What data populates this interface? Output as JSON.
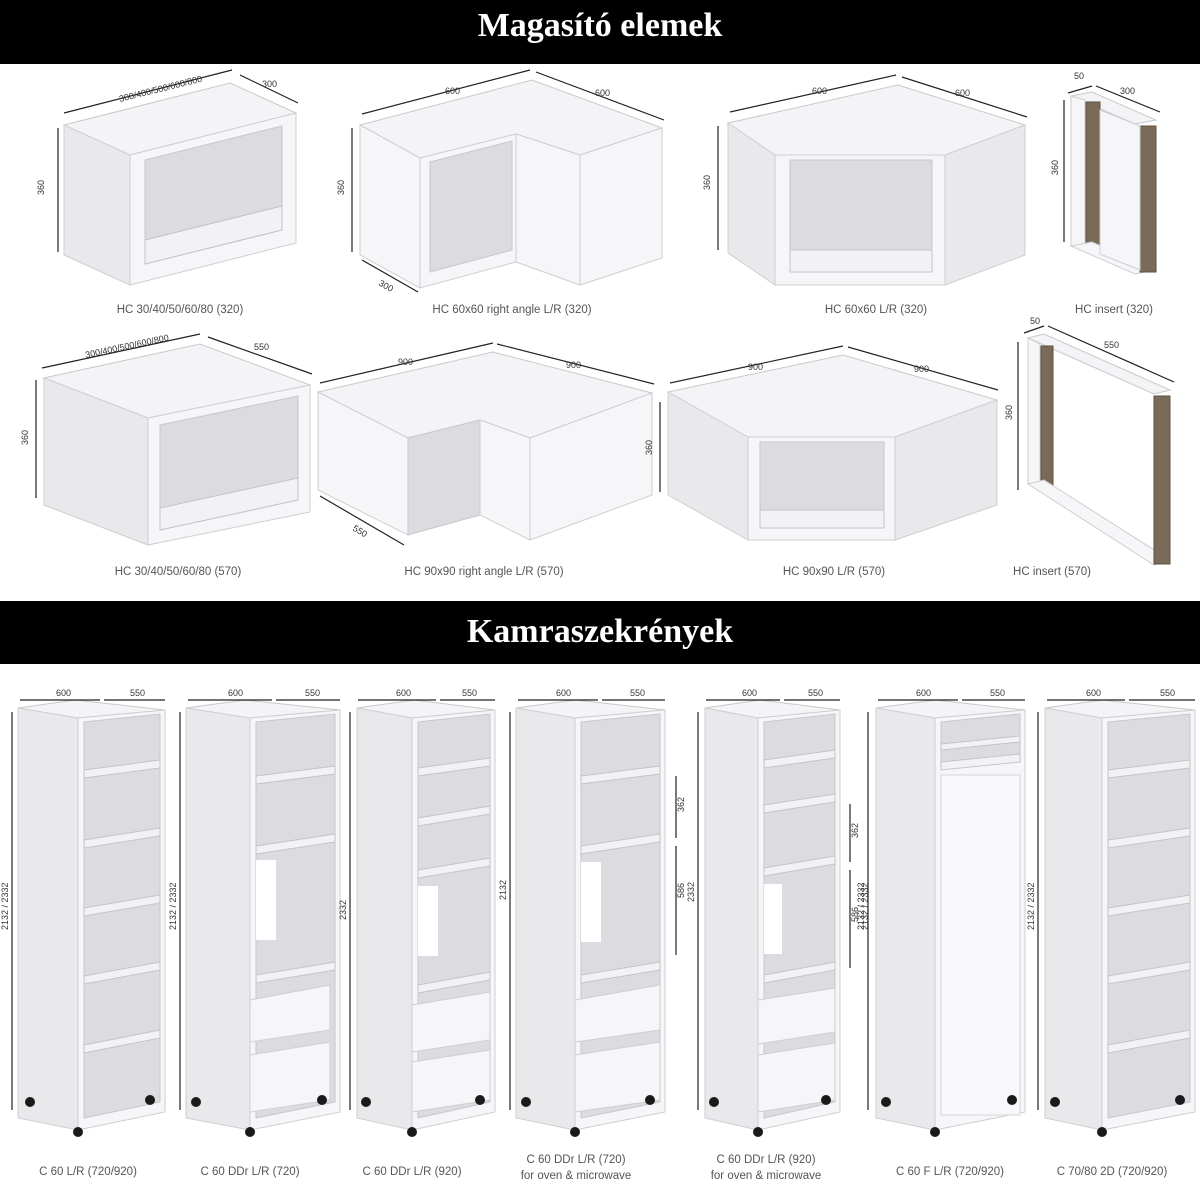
{
  "banners": {
    "top": "Magasító elemek",
    "middle": "Kamraszekrények"
  },
  "row1": {
    "items": [
      {
        "caption": "HC 30/40/50/60/80 (320)",
        "dims": [
          "300/400/500/600/800",
          "300",
          "360"
        ]
      },
      {
        "caption": "HC 60x60 right angle L/R (320)",
        "dims": [
          "600",
          "600",
          "360",
          "300"
        ]
      },
      {
        "caption": "HC 60x60 L/R (320)",
        "dims": [
          "600",
          "600",
          "360"
        ]
      },
      {
        "caption": "HC insert (320)",
        "dims": [
          "50",
          "300",
          "360"
        ]
      }
    ]
  },
  "row2": {
    "items": [
      {
        "caption": "HC 30/40/50/60/80 (570)",
        "dims": [
          "300/400/500/600/800",
          "550",
          "360"
        ]
      },
      {
        "caption": "HC 90x90 right angle L/R (570)",
        "dims": [
          "900",
          "900",
          "550"
        ]
      },
      {
        "caption": "HC 90x90 L/R (570)",
        "dims": [
          "900",
          "900",
          "360"
        ]
      },
      {
        "caption": "HC insert (570)",
        "dims": [
          "50",
          "550",
          "360"
        ]
      }
    ]
  },
  "row3": {
    "items": [
      {
        "caption": "C 60 L/R (720/920)",
        "caption2": "",
        "dims": [
          "600",
          "550",
          "2132 / 2332"
        ]
      },
      {
        "caption": "C 60 DDr L/R (720)",
        "caption2": "",
        "dims": [
          "600",
          "550",
          "2132 / 2332"
        ]
      },
      {
        "caption": "C 60 DDr L/R (920)",
        "caption2": "",
        "dims": [
          "600",
          "550",
          "2332"
        ]
      },
      {
        "caption": "C 60 DDr L/R (720)",
        "caption2": "for oven & microwave",
        "dims": [
          "600",
          "550",
          "2132",
          "362",
          "586",
          "2332"
        ]
      },
      {
        "caption": "C 60 DDr L/R (920)",
        "caption2": "for oven & microwave",
        "dims": [
          "600",
          "550",
          "362",
          "586",
          "2132 / 2332"
        ]
      },
      {
        "caption": "C 60 F L/R (720/920)",
        "caption2": "",
        "dims": [
          "600",
          "550",
          "2132 / 2332"
        ]
      },
      {
        "caption": "C 70/80 2D (720/920)",
        "caption2": "",
        "dims": [
          "600",
          "550",
          "2132 / 2332"
        ]
      }
    ]
  }
}
